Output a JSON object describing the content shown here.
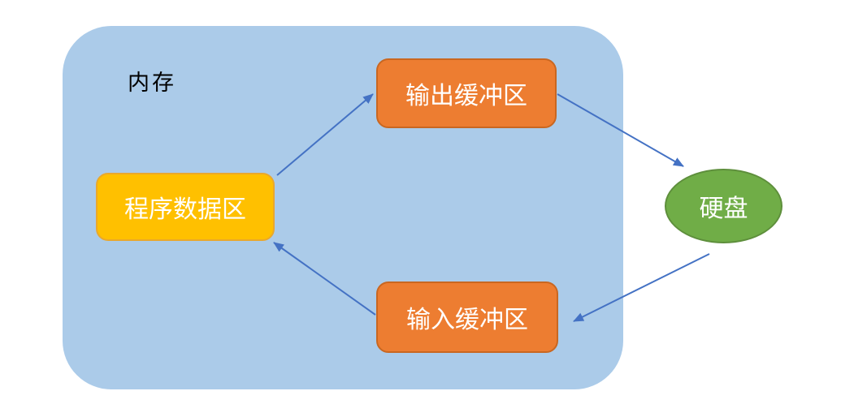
{
  "diagram": {
    "type": "flow-diagram",
    "container_label": "内存",
    "nodes": {
      "program_data_area": {
        "label": "程序数据区",
        "shape": "rounded-rect",
        "fill": "#FFC000"
      },
      "output_buffer": {
        "label": "输出缓冲区",
        "shape": "rounded-rect",
        "fill": "#ED7D31"
      },
      "input_buffer": {
        "label": "输入缓冲区",
        "shape": "rounded-rect",
        "fill": "#ED7D31"
      },
      "hard_disk": {
        "label": "硬盘",
        "shape": "ellipse",
        "fill": "#70AD47"
      }
    },
    "edges": [
      {
        "from": "program_data_area",
        "to": "output_buffer"
      },
      {
        "from": "output_buffer",
        "to": "hard_disk"
      },
      {
        "from": "hard_disk",
        "to": "input_buffer"
      },
      {
        "from": "input_buffer",
        "to": "program_data_area"
      }
    ]
  },
  "colors": {
    "page_bg": "#FFFFFF",
    "container_fill": "#ABCBE9",
    "memory_label_ink": "#000000",
    "node_text": "#FFFFFF",
    "gold_fill": "#FFC000",
    "gold_border": "#E9A82C",
    "orange_fill": "#ED7D31",
    "orange_border": "#C96721",
    "green_fill": "#70AD47",
    "green_border": "#5E8F3C",
    "arrow": "#4472C4"
  }
}
